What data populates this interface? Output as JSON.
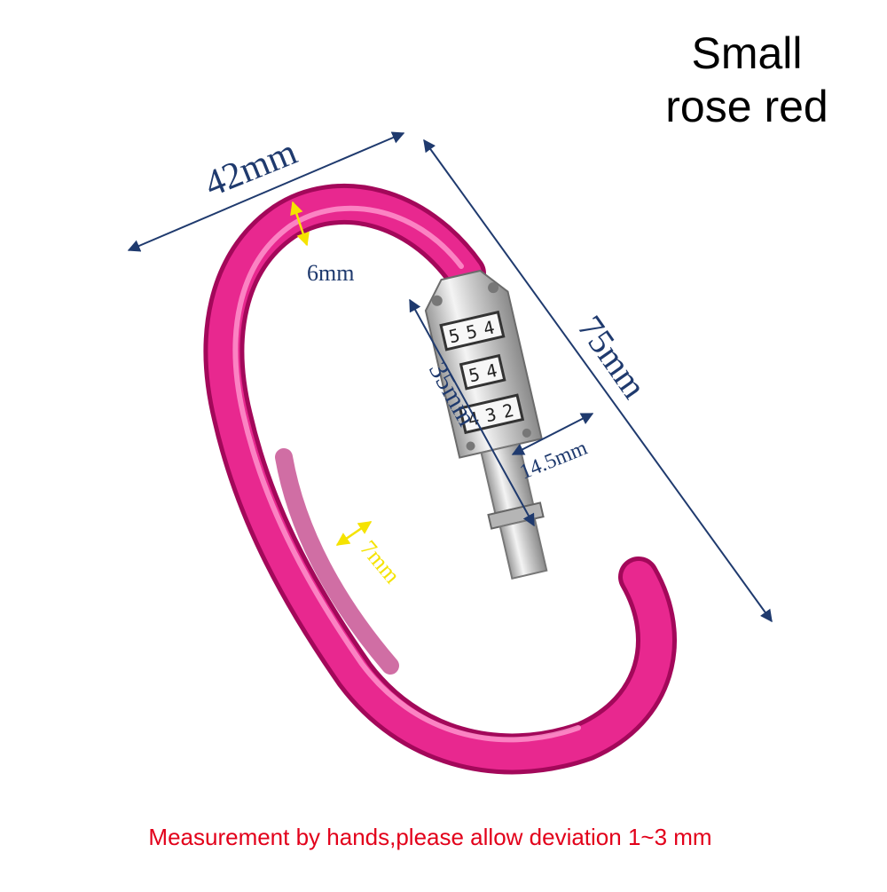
{
  "title": {
    "line1": "Small",
    "line2": "rose red"
  },
  "note": "Measurement by hands,please allow deviation 1~3 mm",
  "dimensions": {
    "width": "42mm",
    "height": "75mm",
    "wire": "6mm",
    "lock_length": "35mm",
    "lock_width": "14.5mm",
    "grip": "7mm"
  },
  "lock": {
    "wheel1": [
      "5",
      "5",
      "4"
    ],
    "wheel2": [
      "5",
      "4"
    ],
    "wheel3": [
      "4",
      "3",
      "2"
    ]
  },
  "colors": {
    "body": "#e8288f",
    "dimension": "#1f3a6e",
    "note": "#e2001a",
    "grip_mark": "#f5e300"
  }
}
